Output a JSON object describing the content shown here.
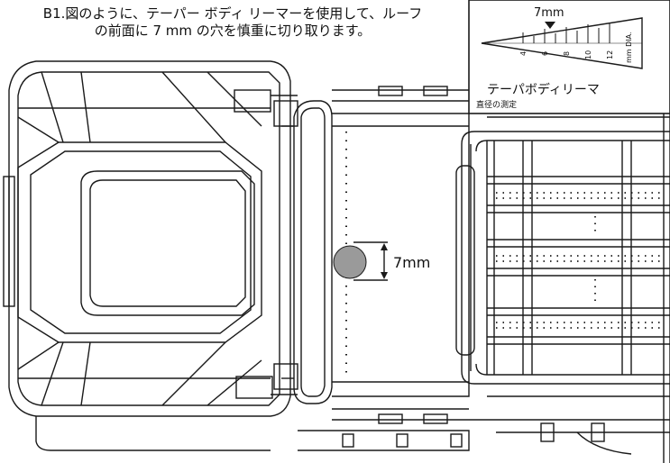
{
  "instruction": {
    "line1": "B1.図のように、テーパー ボディ リーマーを使用して、ルーフ",
    "line2": "の前面に 7 mm の穴を慎重に切り取ります。"
  },
  "inset": {
    "top_label": "7mm",
    "scale_ticks": [
      "4",
      "6",
      "8",
      "10",
      "12"
    ],
    "units_text": "mm DIA.",
    "tool_name": "テーパボディリーマ",
    "caption": "直径の測定"
  },
  "hole": {
    "label": "7mm"
  },
  "colors": {
    "line": "#1a1a1a",
    "hole_fill": "#9a9a9a",
    "background": "#ffffff"
  }
}
